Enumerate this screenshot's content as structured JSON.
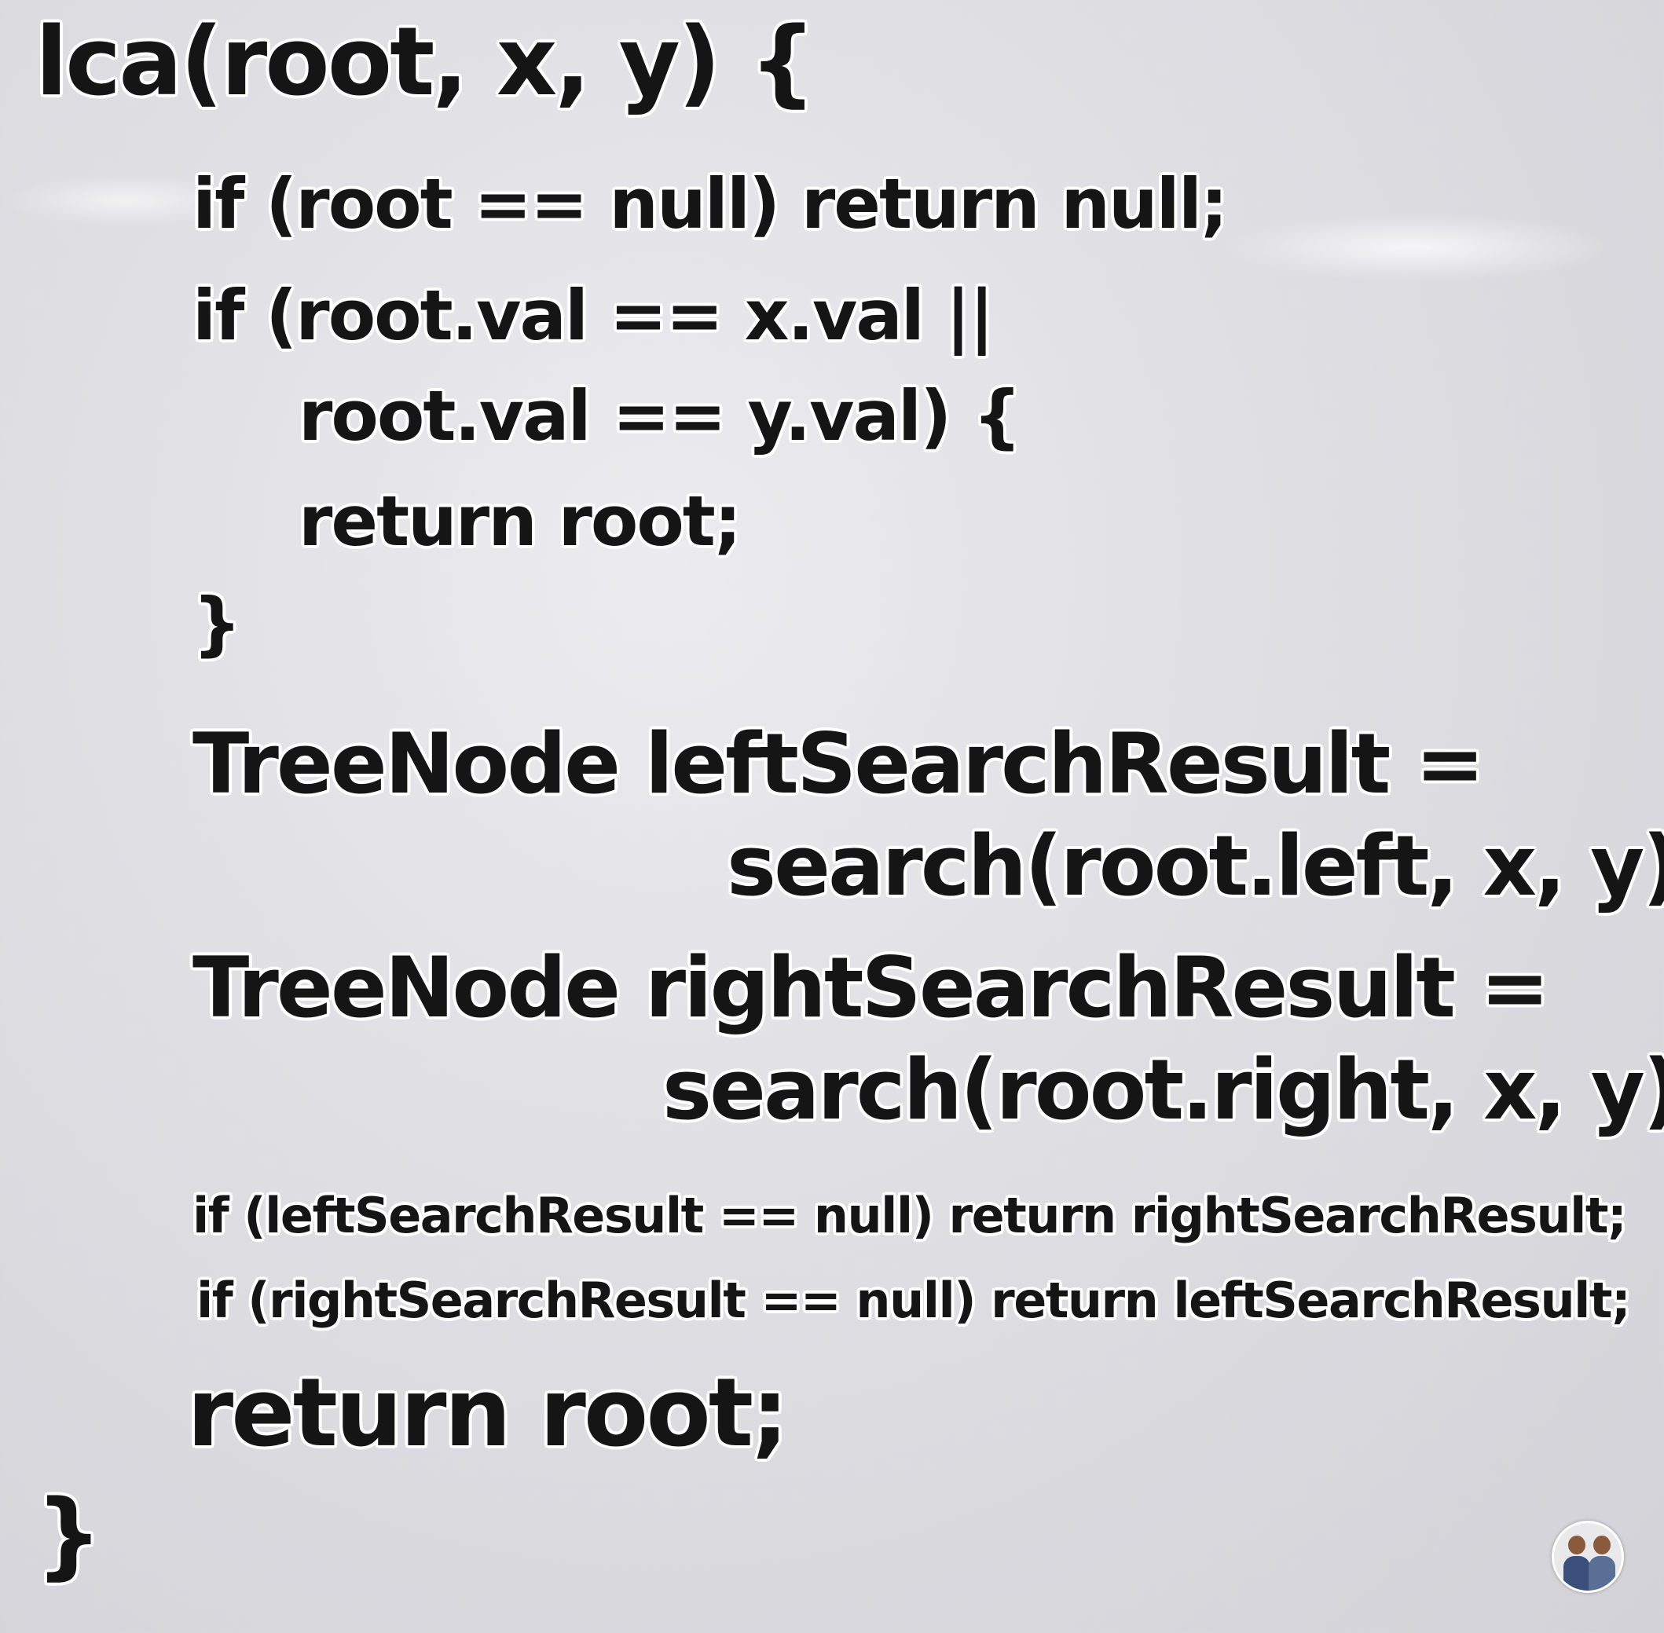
{
  "code": {
    "lines": [
      "lca(root, x, y) {",
      "if (root == null) return null;",
      "if (root.val == x.val ||",
      "root.val == y.val) {",
      "return root;",
      "}",
      "TreeNode leftSearchResult =",
      "search(root.left, x, y);",
      "TreeNode rightSearchResult =",
      "search(root.right, x, y);",
      "if (leftSearchResult == null) return rightSearchResult;",
      "if (rightSearchResult == null) return leftSearchResult;",
      "return root;",
      "}"
    ]
  },
  "channel": {
    "avatar_icon": "two-people-avatar-icon"
  }
}
